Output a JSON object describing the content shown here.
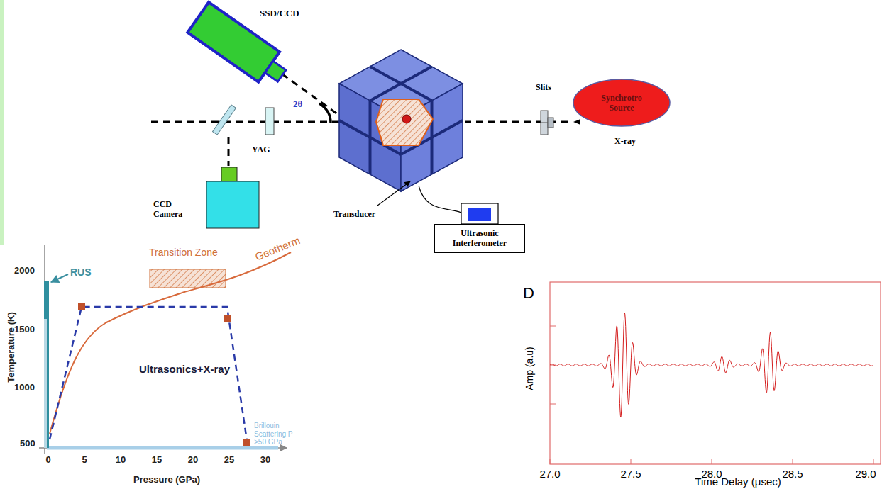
{
  "diagram": {
    "nodes": [
      {
        "text": [
          "Synchrotro Source"
        ]
      },
      {
        "text": [
          "Ultrasonic Interferometer"
        ]
      }
    ],
    "labels": [
      "SSD/CCD",
      "2θ",
      "YAG",
      "Slits",
      "X-ray",
      "CCD Camera",
      "Transducer",
      "2000",
      "1500",
      "1000",
      "500",
      "RUS",
      "Transition Zone",
      "Geotherm",
      "Ultrasonics+X-ray",
      "Brillouin Scattering P >50 GPa",
      "0",
      "5",
      "10",
      "15",
      "20",
      "25",
      "30",
      "Temperature (K)",
      "Pressure (GPa)",
      "D",
      "Amp (a.u)",
      "27.0",
      "27.5",
      "28.0",
      "28.5",
      "29.0",
      "Time Delay (μsec)"
    ]
  }
}
